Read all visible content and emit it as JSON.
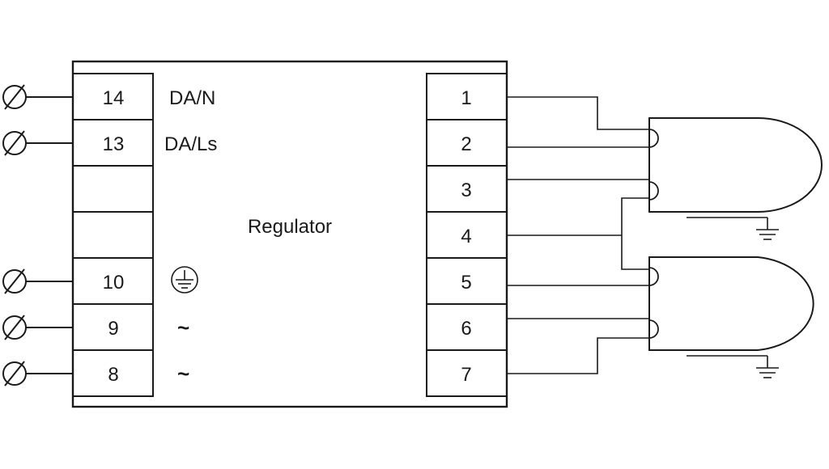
{
  "colors": {
    "stroke": "#1a1a1a",
    "background": "#ffffff"
  },
  "regulator": {
    "title": "Regulator"
  },
  "left_terminals": [
    {
      "number": "14",
      "label": "DA/N",
      "has_input": true
    },
    {
      "number": "13",
      "label": "DA/Ls",
      "has_input": true
    },
    {
      "number": "",
      "label": "",
      "has_input": false
    },
    {
      "number": "",
      "label": "",
      "has_input": false
    },
    {
      "number": "10",
      "label": "",
      "symbol": "protective-earth",
      "has_input": true
    },
    {
      "number": "9",
      "label": "~",
      "has_input": true
    },
    {
      "number": "8",
      "label": "~",
      "has_input": true
    }
  ],
  "right_terminals": [
    "1",
    "2",
    "3",
    "4",
    "5",
    "6",
    "7"
  ],
  "lamps": [
    {
      "name": "lamp-upper",
      "pins": [
        "pin-a",
        "pin-b"
      ],
      "ground": true
    },
    {
      "name": "lamp-lower",
      "pins": [
        "pin-a",
        "pin-b"
      ],
      "ground": true
    }
  ]
}
